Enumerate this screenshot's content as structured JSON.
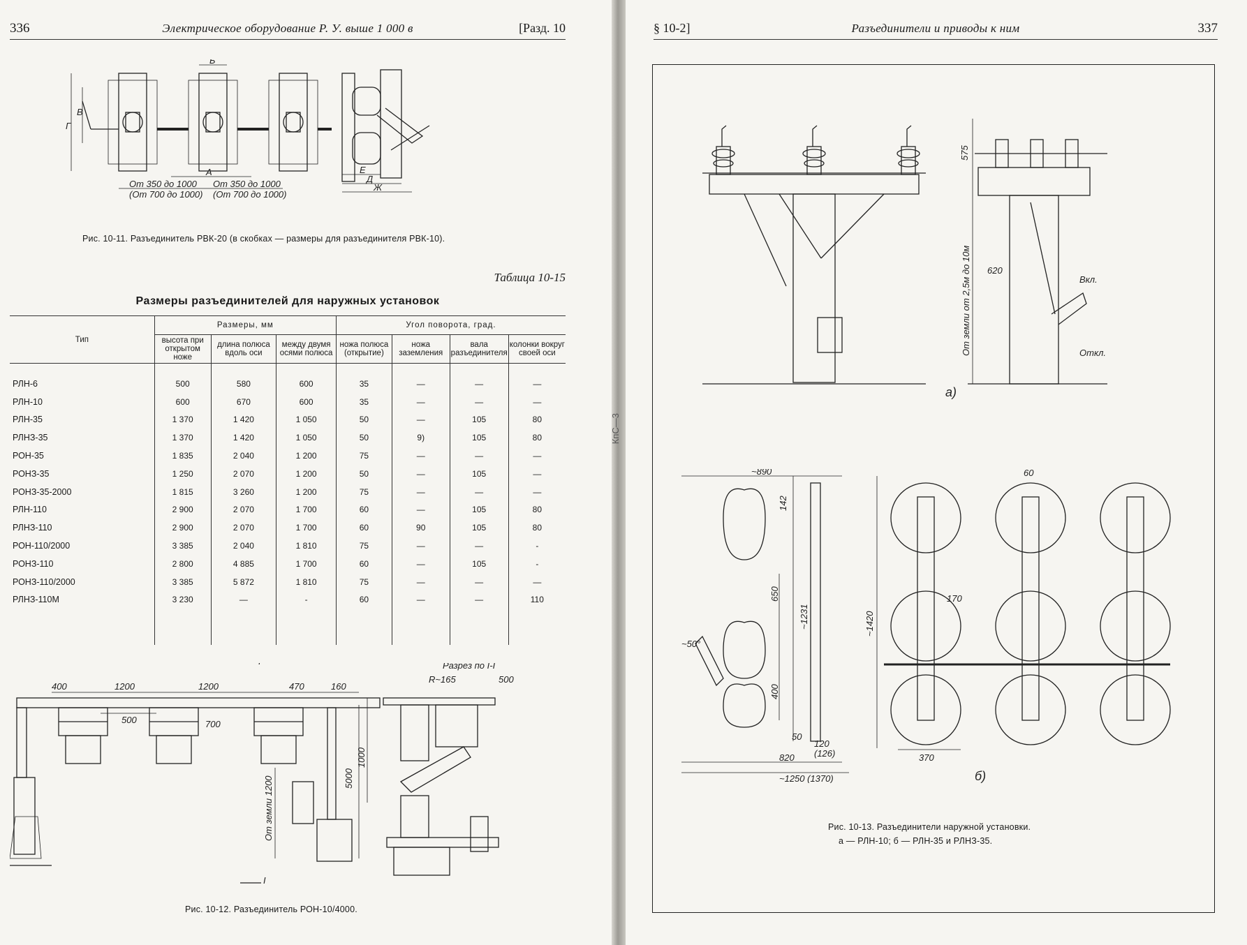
{
  "left_page": {
    "page_number": "336",
    "running_title": "Электрическое оборудование Р. У. выше 1 000 в",
    "section": "[Разд. 10",
    "fig_11": {
      "labels": {
        "b": "Б",
        "v": "В",
        "g": "Г",
        "a": "А",
        "e": "Е",
        "d": "Д",
        "zh": "Ж",
        "span1": "От 350 до 1000",
        "span1b": "(От 700 до 1000)",
        "span2": "От 350 до 1000",
        "span2b": "(От 700 до 1000)"
      },
      "caption": "Рис. 10-11. Разъединитель РВК-20 (в скобках — размеры для разъединителя РВК-10)."
    },
    "table_label": "Таблица 10-15",
    "table_title": "Размеры разъединителей для наружных установок",
    "table": {
      "col_type": "Тип",
      "group_sizes": "Размеры, мм",
      "group_angles": "Угол поворота, град.",
      "sub_cols": [
        "высота при открытом ноже",
        "длина полюса вдоль оси",
        "между двумя осями полюса",
        "ножа полюса (открытие)",
        "ножа заземления",
        "вала разъединителя",
        "колонки вокруг своей оси"
      ],
      "rows": [
        [
          "РЛН-6",
          "500",
          "580",
          "600",
          "35",
          "—",
          "—",
          "—"
        ],
        [
          "РЛН-10",
          "600",
          "670",
          "600",
          "35",
          "—",
          "—",
          "—"
        ],
        [
          "РЛН-35",
          "1 370",
          "1 420",
          "1 050",
          "50",
          "—",
          "105",
          "80"
        ],
        [
          "РЛНЗ-35",
          "1 370",
          "1 420",
          "1 050",
          "50",
          "9)",
          "105",
          "80"
        ],
        [
          "РОН-35",
          "1 835",
          "2 040",
          "1 200",
          "75",
          "—",
          "—",
          "—"
        ],
        [
          "РОНЗ-35",
          "1 250",
          "2 070",
          "1 200",
          "50",
          "—",
          "105",
          "—"
        ],
        [
          "РОНЗ-35-2000",
          "1 815",
          "3 260",
          "1 200",
          "75",
          "—",
          "—",
          "—"
        ],
        [
          "РЛН-110",
          "2 900",
          "2 070",
          "1 700",
          "60",
          "—",
          "105",
          "80"
        ],
        [
          "РЛНЗ-110",
          "2 900",
          "2 070",
          "1 700",
          "60",
          "90",
          "105",
          "80"
        ],
        [
          "РОН-110/2000",
          "3 385",
          "2 040",
          "1 810",
          "75",
          "—",
          "—",
          "-"
        ],
        [
          "РОНЗ-110",
          "2 800",
          "4 885",
          "1 700",
          "60",
          "—",
          "105",
          "-"
        ],
        [
          "РОНЗ-110/2000",
          "3 385",
          "5 872",
          "1 810",
          "75",
          "—",
          "—",
          "—"
        ],
        [
          "РЛНЗ-110М",
          "3 230",
          "—",
          "-",
          "60",
          "—",
          "—",
          "110"
        ]
      ]
    },
    "fig_12": {
      "labels": {
        "d400": "400",
        "d1200a": "1200",
        "d1200b": "1200",
        "d470": "470",
        "d160": "160",
        "d500": "500",
        "d700": "700",
        "d5000": "5000",
        "d1000": "1000",
        "ground": "От земли 1200",
        "i1": "I",
        "i2": "I",
        "section": "Разрез по I-I",
        "r165": "R~165",
        "d500b": "500"
      },
      "caption": "Рис. 10-12. Разъединитель РОН-10/4000."
    }
  },
  "gutter_mark": "КпС—3",
  "right_page": {
    "page_number": "337",
    "running_title": "Разъединители и приводы к ним",
    "section": "§ 10-2]",
    "fig_13a": {
      "labels": {
        "d575": "575",
        "d620": "620",
        "ground": "От земли от 2,5м до 10м",
        "on": "Вкл.",
        "off": "Откл.",
        "tag": "а)"
      }
    },
    "fig_13b": {
      "labels": {
        "d890": "~890",
        "d142": "142",
        "d650": "650",
        "d1231": "~1231",
        "d400": "400",
        "d50": "50",
        "d120": "120",
        "d126": "(126)",
        "d820": "820",
        "d1250": "~1250 (1370)",
        "a50": "~50°",
        "d60": "60",
        "d170": "170",
        "d1420": "~1420",
        "d370": "370",
        "tag": "б)"
      }
    },
    "caption_line1": "Рис. 10-13. Разъединители наружной установки.",
    "caption_line2": "а — РЛН-10;   б — РЛН-35 и РЛНЗ-35."
  }
}
